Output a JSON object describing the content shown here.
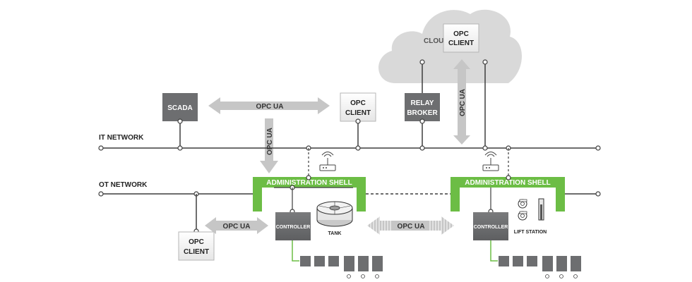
{
  "labels": {
    "cloud": "CLOUD",
    "cloud_client_line1": "OPC",
    "cloud_client_line2": "CLIENT",
    "scada": "SCADA",
    "opc_ua": "OPC UA",
    "it_client_line1": "OPC",
    "it_client_line2": "CLIENT",
    "relay_line1": "RELAY",
    "relay_line2": "BROKER",
    "it_network": "IT NETWORK",
    "ot_network": "OT NETWORK",
    "admin_shell": "ADMINISTRATION SHELL",
    "controller": "CONTROLLER",
    "tank": "TANK",
    "lift_station": "LIFT STATION",
    "ot_client_line1": "OPC",
    "ot_client_line2": "CLIENT"
  },
  "colors": {
    "dark_box": "#6d6e70",
    "line": "#3d3d3d",
    "arrow": "#c6c6c6",
    "green": "#6cbd45",
    "cloud": "#d9d9d9",
    "client_border": "#b5b5b5"
  }
}
